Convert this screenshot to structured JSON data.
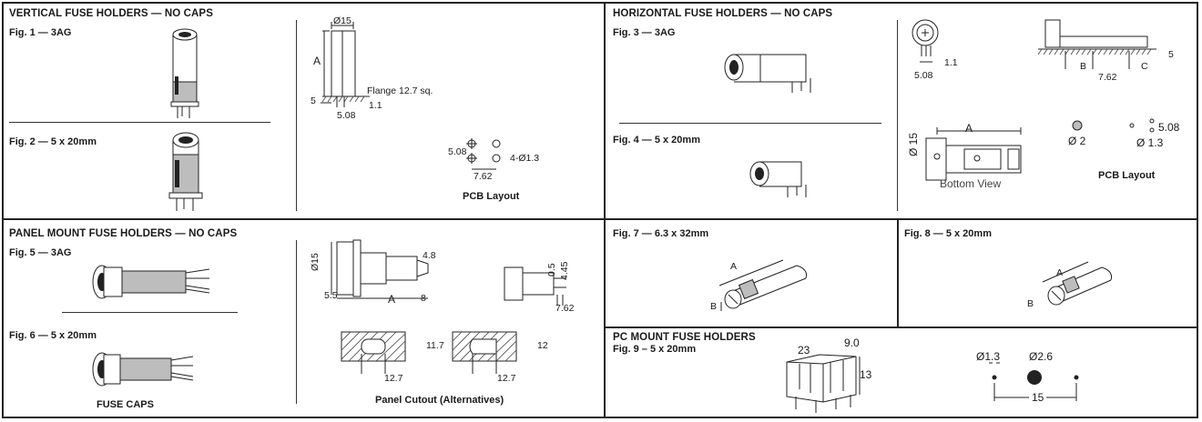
{
  "vertical": {
    "title": "VERTICAL FUSE HOLDERS — NO CAPS",
    "fig1": "Fig. 1 — 3AG",
    "fig2": "Fig. 2 —  5 x 20mm",
    "dims": {
      "d15": "Ø15",
      "a": "A",
      "flange": "Flange 12.7 sq.",
      "five": "5",
      "one_one": "1.1",
      "pitch": "5.08"
    },
    "pcb": {
      "y": "5.08",
      "x": "7.62",
      "holes": "4-Ø1.3",
      "label": "PCB Layout"
    }
  },
  "horizontal": {
    "title": "HORIZONTAL FUSE HOLDERS — NO CAPS",
    "fig3": "Fig. 3 — 3AG",
    "fig4": "Fig. 4 — 5 x 20mm",
    "dims": {
      "one_one": "1.1",
      "pitch": "5.08",
      "b": "B",
      "c": "C",
      "five": "5",
      "p762": "7.62",
      "a": "A",
      "d15": "Ø 15",
      "bottom_view": "Bottom View"
    },
    "pcb": {
      "d2": "Ø 2",
      "d13": "Ø 1.3",
      "pitch": "5.08",
      "label": "PCB Layout"
    }
  },
  "panel": {
    "title": "PANEL MOUNT FUSE HOLDERS — NO CAPS",
    "fig5": "Fig. 5 — 3AG",
    "fig6": "Fig. 6 — 5 x 20mm",
    "fuse_caps": "FUSE CAPS",
    "dims": {
      "d15": "Ø15",
      "d48": "4.8",
      "d55": "5.5",
      "a": "A",
      "d8": "8",
      "d05": "0.5",
      "d445": "4.45",
      "d762": "7.62"
    },
    "cutout": {
      "h1": "11.7",
      "w1": "12.7",
      "h2": "12",
      "w2": "12.7",
      "label": "Panel Cutout  (Alternatives)"
    }
  },
  "fig7": {
    "label": "Fig. 7 — 6.3 x 32mm",
    "a": "A",
    "b": "B"
  },
  "fig8": {
    "label": "Fig. 8 — 5 x 20mm",
    "a": "A",
    "b": "B"
  },
  "pcmount": {
    "title": "PC MOUNT FUSE HOLDERS",
    "fig9": "Fig. 9 – 5 x 20mm",
    "dims": {
      "d23": "23",
      "d90": "9.0",
      "d13": "13"
    },
    "pcb": {
      "d13": "Ø1.3",
      "d26": "Ø2.6",
      "d15": "15"
    }
  }
}
